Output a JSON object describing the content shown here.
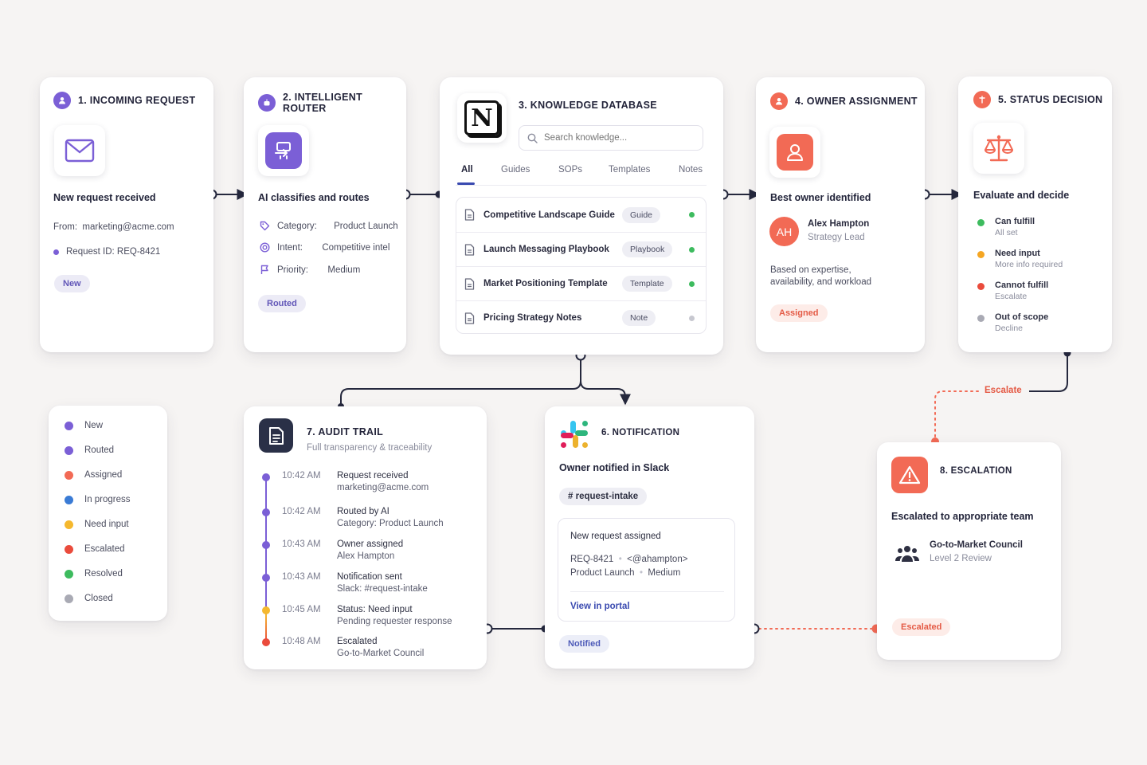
{
  "incoming": {
    "title": "1.  INCOMING REQUEST",
    "headline": "New request received",
    "from_label": "From:",
    "from_value": "marketing@acme.com",
    "request_id": "Request ID: REQ-8421",
    "badge": "New"
  },
  "router": {
    "title": "2.  INTELLIGENT ROUTER",
    "headline": "AI classifies and routes",
    "category_label": "Category:",
    "category_value": "Product Launch",
    "intent_label": "Intent:",
    "intent_value": "Competitive intel",
    "priority_label": "Priority:",
    "priority_value": "Medium",
    "badge": "Routed"
  },
  "knowledge": {
    "title": "3.  KNOWLEDGE DATABASE",
    "logo_letter": "N",
    "search_placeholder": "Search knowledge...",
    "tabs": [
      "All",
      "Guides",
      "SOPs",
      "Templates",
      "Notes"
    ],
    "active_tab": "All",
    "items": [
      {
        "name": "Competitive Landscape Guide",
        "tag": "Guide",
        "status_color": "#3dbb5e"
      },
      {
        "name": "Launch Messaging Playbook",
        "tag": "Playbook",
        "status_color": "#3dbb5e"
      },
      {
        "name": "Market Positioning Template",
        "tag": "Template",
        "status_color": "#3dbb5e"
      },
      {
        "name": "Pricing Strategy Notes",
        "tag": "Note",
        "status_color": "#c7c8d0"
      }
    ]
  },
  "owner": {
    "title": "4.  OWNER ASSIGNMENT",
    "headline": "Best owner identified",
    "avatar_initials": "AH",
    "name": "Alex Hampton",
    "role": "Strategy Lead",
    "reason_line1": "Based on expertise,",
    "reason_line2": "availability, and workload",
    "badge": "Assigned"
  },
  "status": {
    "title": "5.  STATUS DECISION",
    "headline": "Evaluate and decide",
    "options": [
      {
        "label": "Can fulfill",
        "sub": "All set",
        "color": "#3dbb5e"
      },
      {
        "label": "Need input",
        "sub": "More info required",
        "color": "#f5a623"
      },
      {
        "label": "Cannot fulfill",
        "sub": "Escalate",
        "color": "#ea4b3c"
      },
      {
        "label": "Out of scope",
        "sub": "Decline",
        "color": "#a9aab4"
      }
    ]
  },
  "escalate_label": "Escalate",
  "legend": [
    {
      "label": "New",
      "color": "#7b5fd6"
    },
    {
      "label": "Routed",
      "color": "#7b5fd6"
    },
    {
      "label": "Assigned",
      "color": "#f26a55"
    },
    {
      "label": "In progress",
      "color": "#3a7bd5"
    },
    {
      "label": "Need input",
      "color": "#f5b82e"
    },
    {
      "label": "Escalated",
      "color": "#ea4b3c"
    },
    {
      "label": "Resolved",
      "color": "#3dbb5e"
    },
    {
      "label": "Closed",
      "color": "#a9aab4"
    }
  ],
  "audit": {
    "title": "7.  AUDIT TRAIL",
    "subtitle": "Full transparency & traceability",
    "events": [
      {
        "time": "10:42 AM",
        "title": "Request received",
        "detail": "marketing@acme.com",
        "color": "#7b5fd6"
      },
      {
        "time": "10:42 AM",
        "title": "Routed by AI",
        "detail": "Category: Product Launch",
        "color": "#7b5fd6"
      },
      {
        "time": "10:43 AM",
        "title": "Owner assigned",
        "detail": "Alex Hampton",
        "color": "#7b5fd6"
      },
      {
        "time": "10:43 AM",
        "title": "Notification sent",
        "detail": "Slack: #request-intake",
        "color": "#7b5fd6"
      },
      {
        "time": "10:45 AM",
        "title": "Status: Need input",
        "detail": "Pending requester response",
        "color": "#f5b82e"
      },
      {
        "time": "10:48 AM",
        "title": "Escalated",
        "detail": "Go-to-Market Council",
        "color": "#ea4b3c"
      }
    ]
  },
  "notification": {
    "title": "6.  NOTIFICATION",
    "headline": "Owner notified in Slack",
    "channel": "# request-intake",
    "msg_title": "New request assigned",
    "msg_id": "REQ-8421",
    "msg_handle": "<@ahampton>",
    "msg_category": "Product Launch",
    "msg_priority": "Medium",
    "msg_link": "View in portal",
    "badge": "Notified"
  },
  "escalation": {
    "title": "8.  ESCALATION",
    "headline": "Escalated to appropriate team",
    "team": "Go-to-Market Council",
    "level": "Level 2 Review",
    "badge": "Escalated"
  }
}
